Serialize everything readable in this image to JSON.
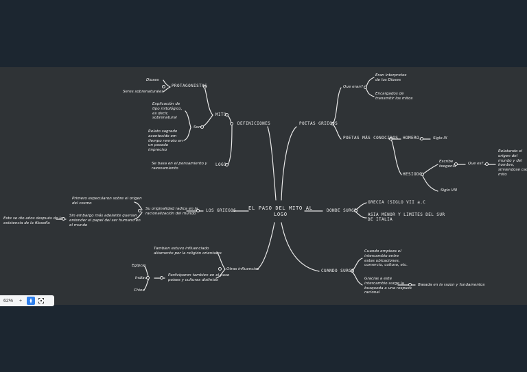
{
  "zoom": {
    "value": "62%",
    "plus": "+"
  },
  "map": {
    "center": "EL PASO DEL MITO AL\nLOGO",
    "definiciones": "DEFINICIONES",
    "mito": "MITO",
    "protagonistas": "PROTAGONISTAS",
    "dioses": "Dioses",
    "seres": "Seres sobrenaturales",
    "son": "Son:",
    "explicacion": "Explicación de\ntipo mitológico,\nes decir,\nsobrenatural",
    "relato": "Relato sagrado\nacontecido em\ntiempo remoto en\nun pasado\nimpreciso",
    "logo": "LOGO",
    "logo_def": "Se basa en el pensamiento y\nrazonamiento",
    "poetas": "POETAS GRIEGOS",
    "que_eran": "Que eran?",
    "interpretes": "Eran interpretes\nde los Dioses",
    "encargados": "Encargados de\ntransmitir los mitos",
    "poetas_conocidos": "POETAS MÁS CONOCIDOS",
    "homero": "HOMERO",
    "siglo_ix": "Siglo IX",
    "hesiodo": "HESIODO",
    "escribe": "Escribe\nteogonia",
    "que_es": "Que es?",
    "relatando": "Relatando el\norigen del\nmundo y del\nhombre,\nsirviendose cada\nmito",
    "siglo_viii": "Siglo VIII",
    "griegos": "LOS GRIEGOS",
    "originalidad": "Su originalidad radica en la\nracionalización del mundo",
    "primeros": "Primero especularon sobre el origen\ndel cosmo",
    "sin_embargo": "Sin embargo más adelante querian\nentender el papel del ser humano en\nel mundo",
    "este_se_dio": "Este se dio años después de la\nexistencia de la filosofía",
    "donde": "DONDE SURGE",
    "grecia": "GRECIA (SIGLO VII a.C",
    "asia": "ASIA MENOR Y LIMITES DEL SUR\nDE ITALIA",
    "cuando": "CUANDO SURGE",
    "cuando_empieza": "Cuando empieza el\nintercambio entre\nestas ubicaciones,\ncomercio, cultura, etc.",
    "gracias": "Gracias a este\nintercambio surge la\nbusqueda a una respues\nracional",
    "basada": "Basada en la razon y fundamentos",
    "otras": "Otras influencias",
    "tambien_estuvo": "Tambien estuvo influenciado\naltamente por la religión orientales",
    "participaron": "Participaron tambien en el paso\npaises y culturas distintas",
    "egipto": "Egipcio",
    "india": "India",
    "china": "China"
  }
}
